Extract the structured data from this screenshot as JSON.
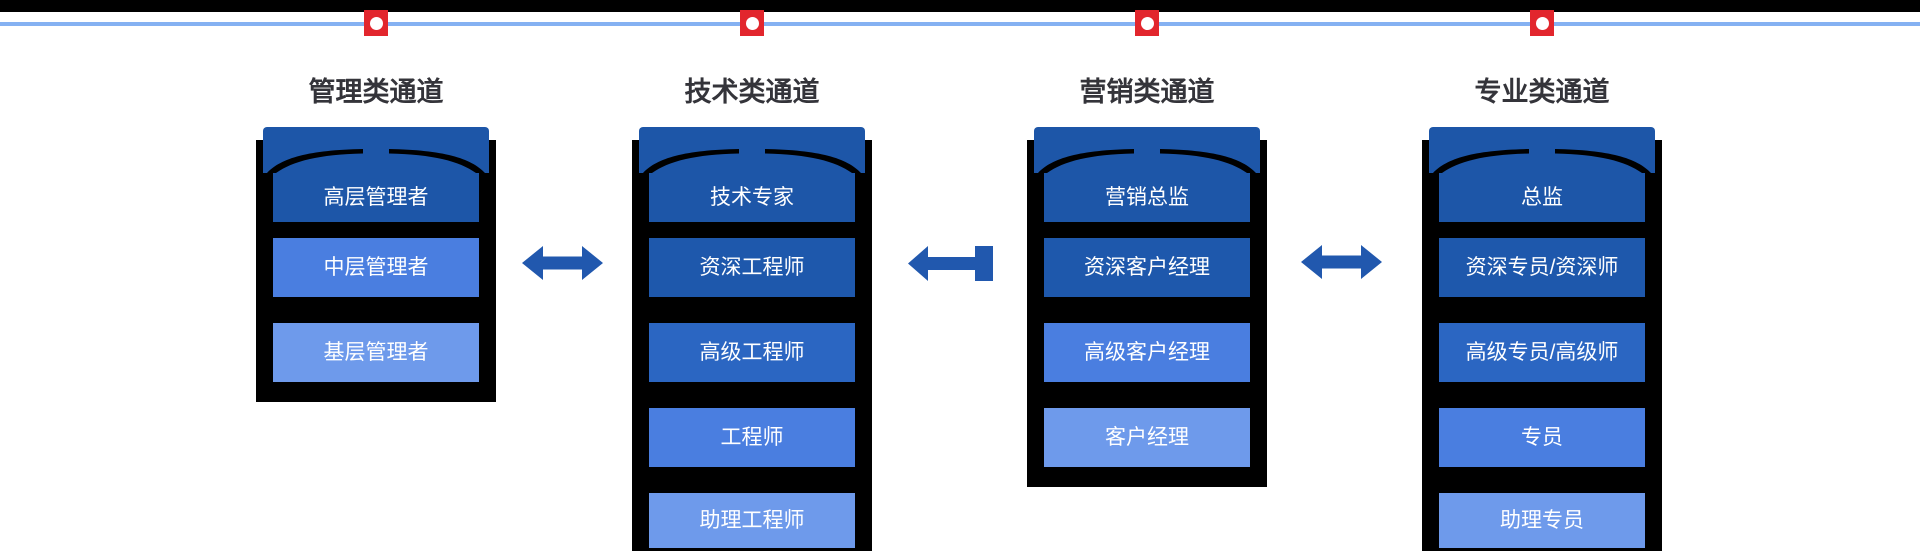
{
  "diagram_title": "career-channel-ladders",
  "timeline": {
    "bar_color": "#000000",
    "line_color": "#85B1F2",
    "marker_color": "#E2262D",
    "marker_dot_color": "#FFFFFF",
    "marker_count": 4
  },
  "palette": {
    "hat": "#1D56A8",
    "frame": "#000000",
    "title_text": "#34343A",
    "level_text": "#FFFFFF",
    "arrow": "#2158AE"
  },
  "channels": [
    {
      "title": "管理类通道",
      "levels": [
        {
          "label": "高层管理者",
          "color": "#1D56A8"
        },
        {
          "label": "中层管理者",
          "color": "#4A7EE0"
        },
        {
          "label": "基层管理者",
          "color": "#6E9AEB"
        }
      ]
    },
    {
      "title": "技术类通道",
      "levels": [
        {
          "label": "技术专家",
          "color": "#1D56A8"
        },
        {
          "label": "资深工程师",
          "color": "#1E58AC"
        },
        {
          "label": "高级工程师",
          "color": "#2B66C2"
        },
        {
          "label": "工程师",
          "color": "#4A7EE0"
        },
        {
          "label": "助理工程师",
          "color": "#6E9AEB"
        }
      ]
    },
    {
      "title": "营销类通道",
      "levels": [
        {
          "label": "营销总监",
          "color": "#1D56A8"
        },
        {
          "label": "资深客户经理",
          "color": "#1E58AC"
        },
        {
          "label": "高级客户经理",
          "color": "#4A7EE0"
        },
        {
          "label": "客户经理",
          "color": "#6E9AEB"
        }
      ]
    },
    {
      "title": "专业类通道",
      "levels": [
        {
          "label": "总监",
          "color": "#1D56A8"
        },
        {
          "label": "资深专员/资深师",
          "color": "#1E58AC"
        },
        {
          "label": "高级专员/高级师",
          "color": "#2B66C2"
        },
        {
          "label": "专员",
          "color": "#4A7EE0"
        },
        {
          "label": "助理专员",
          "color": "#6E9AEB"
        }
      ]
    }
  ],
  "arrows": [
    {
      "type": "double",
      "between": [
        "管理类通道",
        "技术类通道"
      ]
    },
    {
      "type": "left-bar",
      "direction": "left",
      "between": [
        "技术类通道",
        "营销类通道"
      ]
    },
    {
      "type": "double",
      "between": [
        "营销类通道",
        "专业类通道"
      ]
    }
  ]
}
